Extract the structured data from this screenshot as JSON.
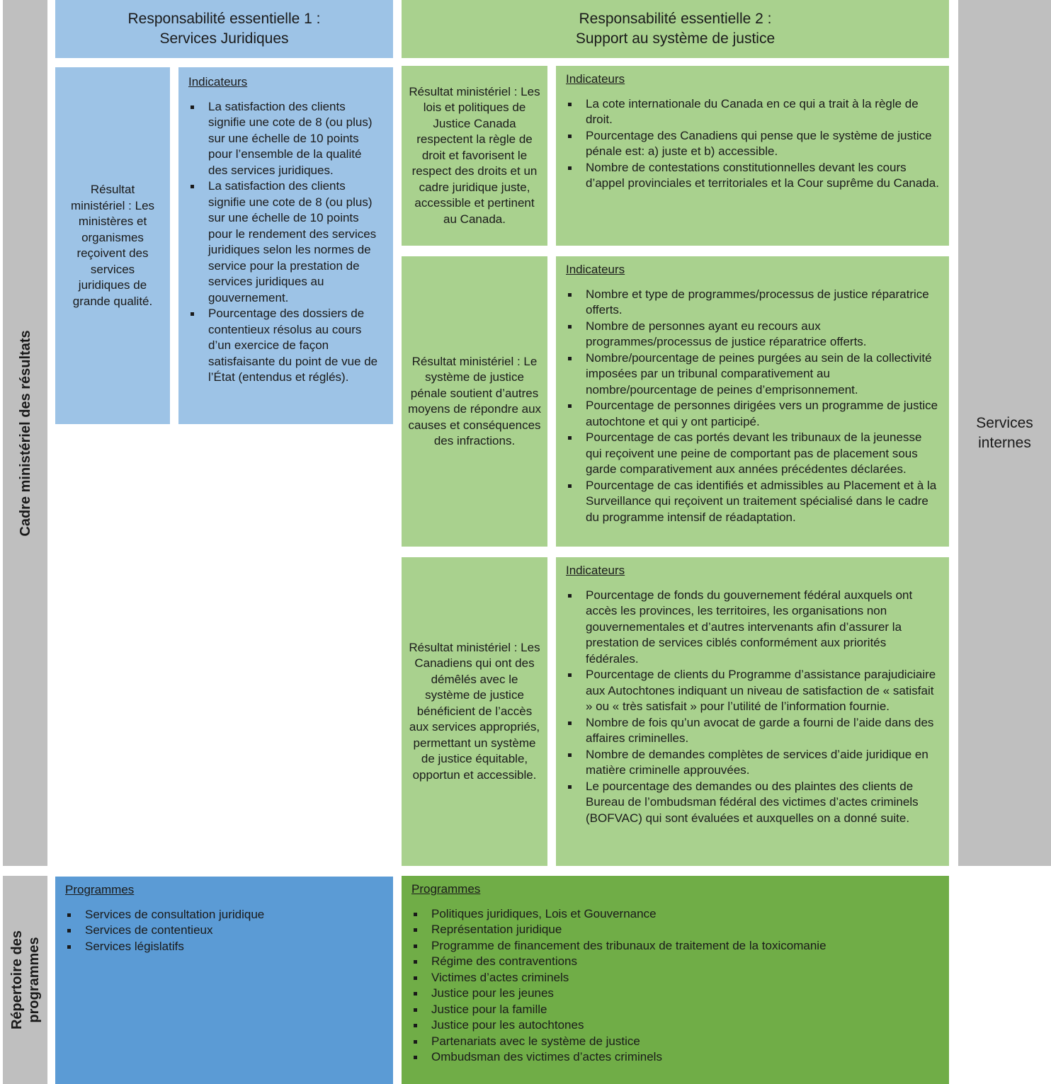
{
  "left_labels": {
    "cadre": "Cadre ministériel des résultats",
    "repertoire": "Répertoire des programmes"
  },
  "responsibility1": {
    "header": "Responsabilité essentielle 1 :\nServices Juridiques",
    "result": "Résultat ministériel : Les ministères et organismes reçoivent des services juridiques de grande qualité.",
    "indicators_title": "Indicateurs",
    "indicators": [
      "La satisfaction des clients signifie une cote de 8 (ou plus) sur une échelle de 10 points pour l’ensemble de la qualité des services juridiques.",
      "La satisfaction des clients signifie une cote de 8 (ou plus) sur une échelle de 10 points pour le rendement des services juridiques selon les normes de service pour la prestation de services juridiques au gouvernement.",
      "Pourcentage des dossiers de contentieux résolus au cours d’un exercice de façon satisfaisante du point de vue de l’État (entendus et réglés)."
    ],
    "programs_title": "Programmes",
    "programs": [
      "Services de consultation juridique",
      "Services de contentieux",
      "Services législatifs"
    ]
  },
  "responsibility2": {
    "header": "Responsabilité essentielle 2 :\nSupport au système de justice",
    "results": [
      {
        "result": "Résultat ministériel : Les lois et politiques de Justice Canada respectent la règle de droit et favorisent le respect des droits et un cadre juridique juste, accessible et pertinent au Canada.",
        "indicators_title": "Indicateurs",
        "indicators": [
          "La cote internationale du Canada en ce qui a trait à la règle de droit.",
          "Pourcentage des Canadiens qui pense que le système de justice pénale est: a) juste et b) accessible.",
          "Nombre de contestations constitutionnelles devant les cours d’appel provinciales et territoriales et la Cour suprême du Canada."
        ]
      },
      {
        "result": "Résultat ministériel : Le système de justice pénale soutient d’autres moyens de répondre aux causes et conséquences des infractions.",
        "indicators_title": "Indicateurs",
        "indicators": [
          "Nombre et type de programmes/processus de justice réparatrice offerts.",
          "Nombre de personnes ayant eu recours aux programmes/processus de justice réparatrice offerts.",
          "Nombre/pourcentage de peines purgées au sein de la collectivité imposées par un tribunal comparativement au nombre/pourcentage de peines d’emprisonnement.",
          "Pourcentage de personnes dirigées vers un programme de justice autochtone et qui y ont participé.",
          "Pourcentage de cas portés devant les tribunaux de la jeunesse qui reçoivent une peine de comportant pas de placement sous garde comparativement aux années précédentes déclarées.",
          "Pourcentage de cas identifiés et admissibles au Placement et à la Surveillance qui reçoivent un traitement spécialisé dans le cadre du programme intensif de réadaptation."
        ]
      },
      {
        "result": "Résultat ministériel : Les Canadiens qui ont des démêlés avec le système de justice bénéficient de l’accès aux services appropriés, permettant un système de justice équitable, opportun et accessible.",
        "indicators_title": "Indicateurs",
        "indicators": [
          "Pourcentage de fonds du gouvernement fédéral auxquels ont accès les provinces, les territoires, les organisations non gouvernementales et d’autres intervenants afin d’assurer la prestation de services ciblés conformément aux priorités fédérales.",
          "Pourcentage de clients du Programme d’assistance parajudiciaire aux Autochtones indiquant un niveau de satisfaction de « satisfait » ou « très satisfait » pour l’utilité de l’information fournie.",
          "Nombre de fois qu’un avocat de garde a fourni de l’aide dans des affaires criminelles.",
          "Nombre de demandes complètes de services d’aide juridique en matière criminelle approuvées.",
          "Le pourcentage des demandes ou des plaintes des clients de Bureau de l’ombudsman fédéral des victimes d’actes criminels (BOFVAC) qui sont évaluées et auxquelles on a donné suite."
        ]
      }
    ],
    "programs_title": "Programmes",
    "programs": [
      "Politiques juridiques, Lois et Gouvernance",
      "Représentation juridique",
      "Programme de financement des tribunaux de traitement de la toxicomanie",
      "Régime des contraventions",
      "Victimes d’actes criminels",
      "Justice pour les jeunes",
      "Justice pour la famille",
      "Justice pour les autochtones",
      "Partenariats avec le système de justice",
      "Ombudsman des victimes d’actes criminels"
    ]
  },
  "internal_services": "Services internes",
  "colors": {
    "gray": "#bfbfbf",
    "light_blue": "#9dc3e6",
    "light_green": "#a9d18e",
    "dark_blue": "#5b9bd5",
    "dark_green": "#70ad47"
  }
}
